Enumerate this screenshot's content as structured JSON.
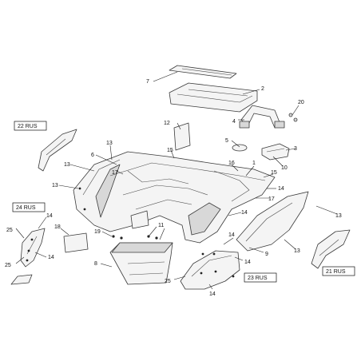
{
  "callouts": {
    "n1": "1",
    "n2": "2",
    "n3": "3",
    "n4": "4",
    "n5": "5",
    "n6": "6",
    "n7": "7",
    "n8": "8",
    "n9": "9",
    "n10": "10",
    "n11": "11",
    "n12": "12",
    "n13": "13",
    "n14": "14",
    "n15": "15",
    "n16": "16",
    "n17": "17",
    "n18": "18",
    "n19": "19",
    "n20": "20",
    "n25": "25"
  },
  "kits": {
    "k21": "21 RUS",
    "k22": "22 RUS",
    "k23": "23 RUS",
    "k24": "24 RUS"
  }
}
